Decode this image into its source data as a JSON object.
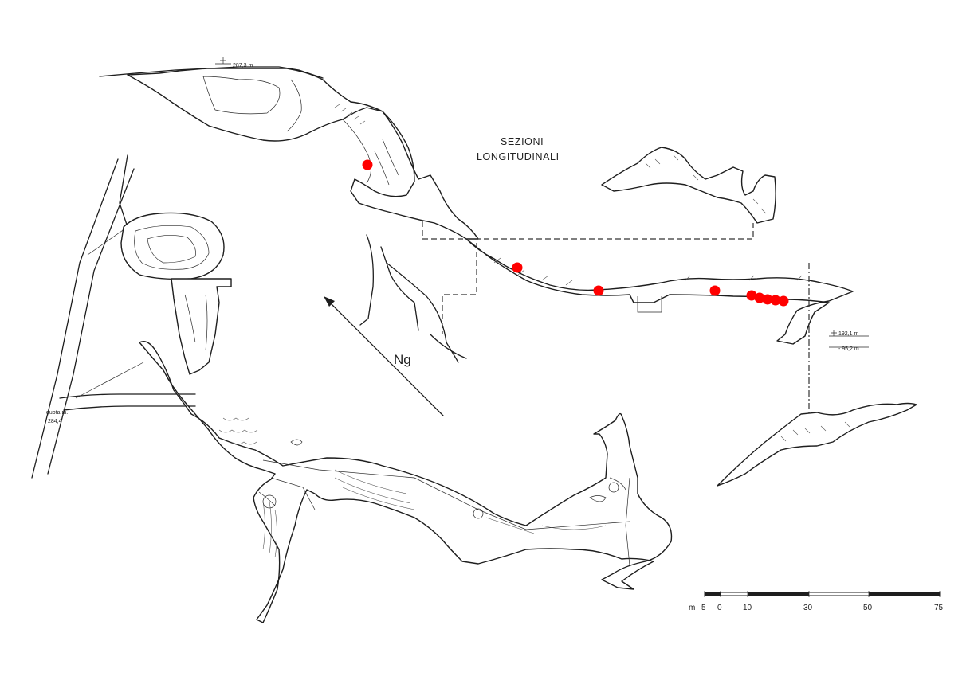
{
  "map": {
    "title_line1": "SEZIONI",
    "title_line2": "LONGITUDINALI",
    "north_label": "Ng",
    "elevation_top": "287,3 m",
    "elevation_right_1": "192,1 m",
    "elevation_right_2": "- 95,2 m",
    "entrance_label_1": "quota m.",
    "entrance_label_2": "284,4",
    "scale_unit": "m",
    "scale_ticks": [
      "5",
      "0",
      "10",
      "30",
      "50",
      "75"
    ]
  },
  "markers": {
    "color": "#ff0000",
    "count": 9
  }
}
